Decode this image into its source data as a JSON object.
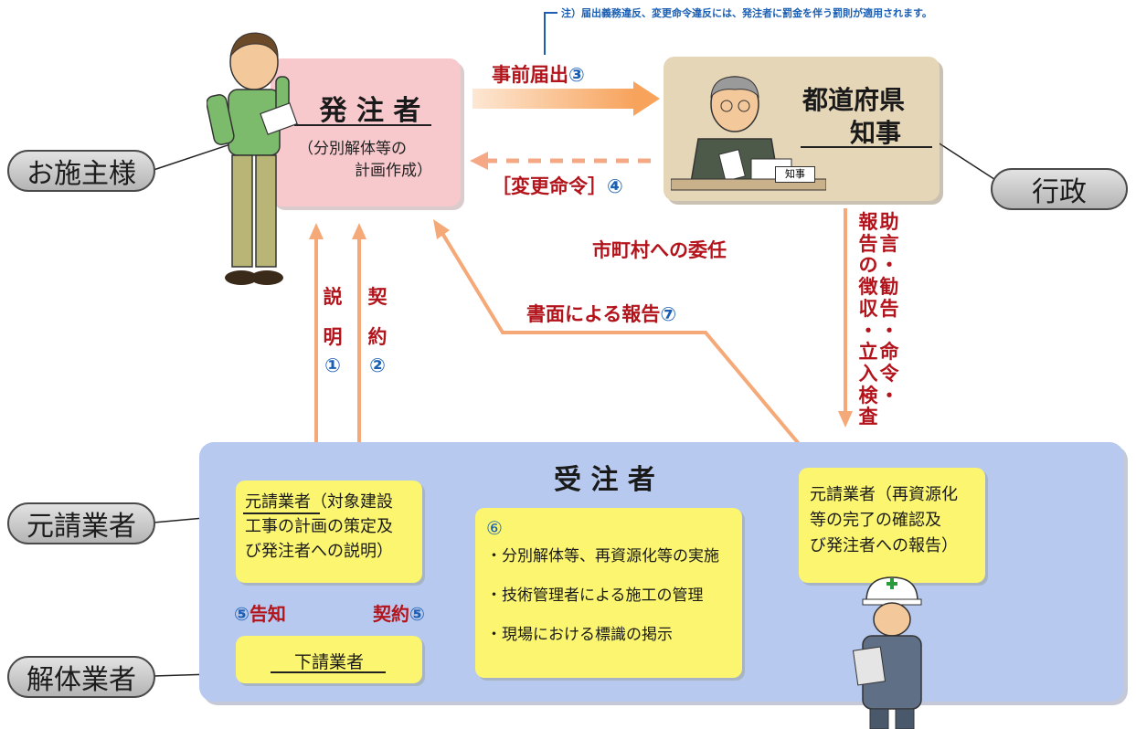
{
  "note": "注）届出義務違反、変更命令違反には、発注者に罰金を伴う罰則が適用されます。",
  "roles": {
    "client": "お施主様",
    "admin": "行政",
    "prime": "元請業者",
    "demolition": "解体業者"
  },
  "orderer": {
    "title": "発 注 者",
    "sub1": "（分別解体等の",
    "sub2": "計画作成）"
  },
  "governor": {
    "line1": "都道府県",
    "line2": "知事",
    "desk_sign": "知事"
  },
  "arrows": {
    "prior_notice": "事前届出",
    "prior_notice_num": "③",
    "change_order": "［変更命令］",
    "change_order_num": "④",
    "delegation": "市町村への委任",
    "written_report": "書面による報告",
    "written_report_num": "⑦",
    "explain_chars": [
      "説",
      "明"
    ],
    "explain_num": "①",
    "contract_chars": [
      "契",
      "約"
    ],
    "contract_num": "②",
    "admin_vertical_col1": [
      "助",
      "言",
      "・",
      "勧",
      "告",
      "・",
      "命",
      "令",
      "・"
    ],
    "admin_vertical_col2": [
      "報",
      "告",
      "の",
      "徴",
      "収",
      "・",
      "立",
      "入",
      "検",
      "査"
    ],
    "notify_num": "⑤",
    "notify": "告知",
    "subcontract": "契約",
    "subcontract_num": "⑤"
  },
  "contractor": {
    "title": "受 注 者",
    "prime_plan": [
      "元請業者（対象建設",
      "工事の計画の策定及",
      "び発注者への説明）"
    ],
    "sub": "下請業者",
    "center_num": "⑥",
    "tasks": [
      "・分別解体等、再資源化等の実施",
      "・技術管理者による施工の管理",
      "・現場における標識の掲示"
    ],
    "prime_confirm": [
      "元請業者（再資源化",
      "等の完了の確認及",
      "び発注者への報告）"
    ]
  },
  "colors": {
    "orderer_box": "#f7c8cc",
    "governor_box": "#e6d6b8",
    "contractor_panel": "#b7c9ee",
    "yellow_box": "#fbf56f",
    "arrow_orange": "#f5a978",
    "text_red": "#b3141c",
    "text_blue": "#1a5fb4"
  }
}
